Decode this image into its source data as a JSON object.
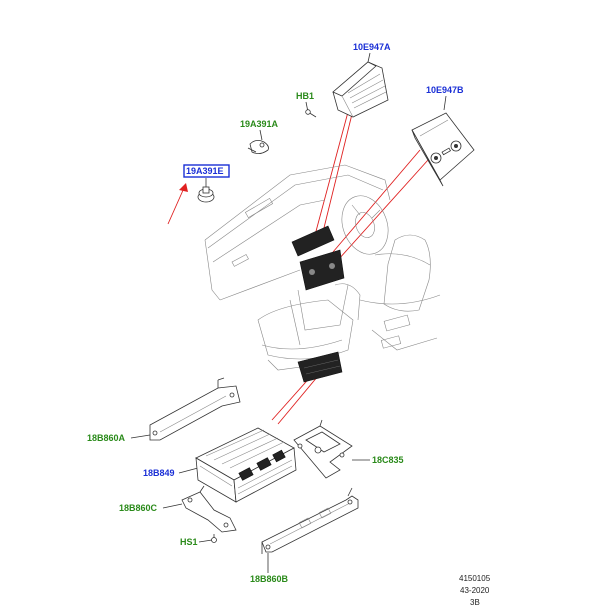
{
  "callouts": {
    "label_10E947A": "10E947A",
    "label_HB1": "HB1",
    "label_10E947B": "10E947B",
    "label_19A391A": "19A391A",
    "label_19A391E": "19A391E",
    "label_18B860A": "18B860A",
    "label_18B849": "18B849",
    "label_18C835": "18C835",
    "label_18B860C": "18B860C",
    "label_HS1": "HS1",
    "label_18B860B": "18B860B"
  },
  "reference": {
    "line1": "4150105",
    "line2": "43-2020",
    "line3": "3B"
  },
  "colors": {
    "blue_label": "#1a2fd6",
    "green_label": "#2a8a1a",
    "highlight_box": "#1a2fd6",
    "arrow": "#e02020",
    "leader_red": "#e02020"
  },
  "selected_callout": "19A391E"
}
